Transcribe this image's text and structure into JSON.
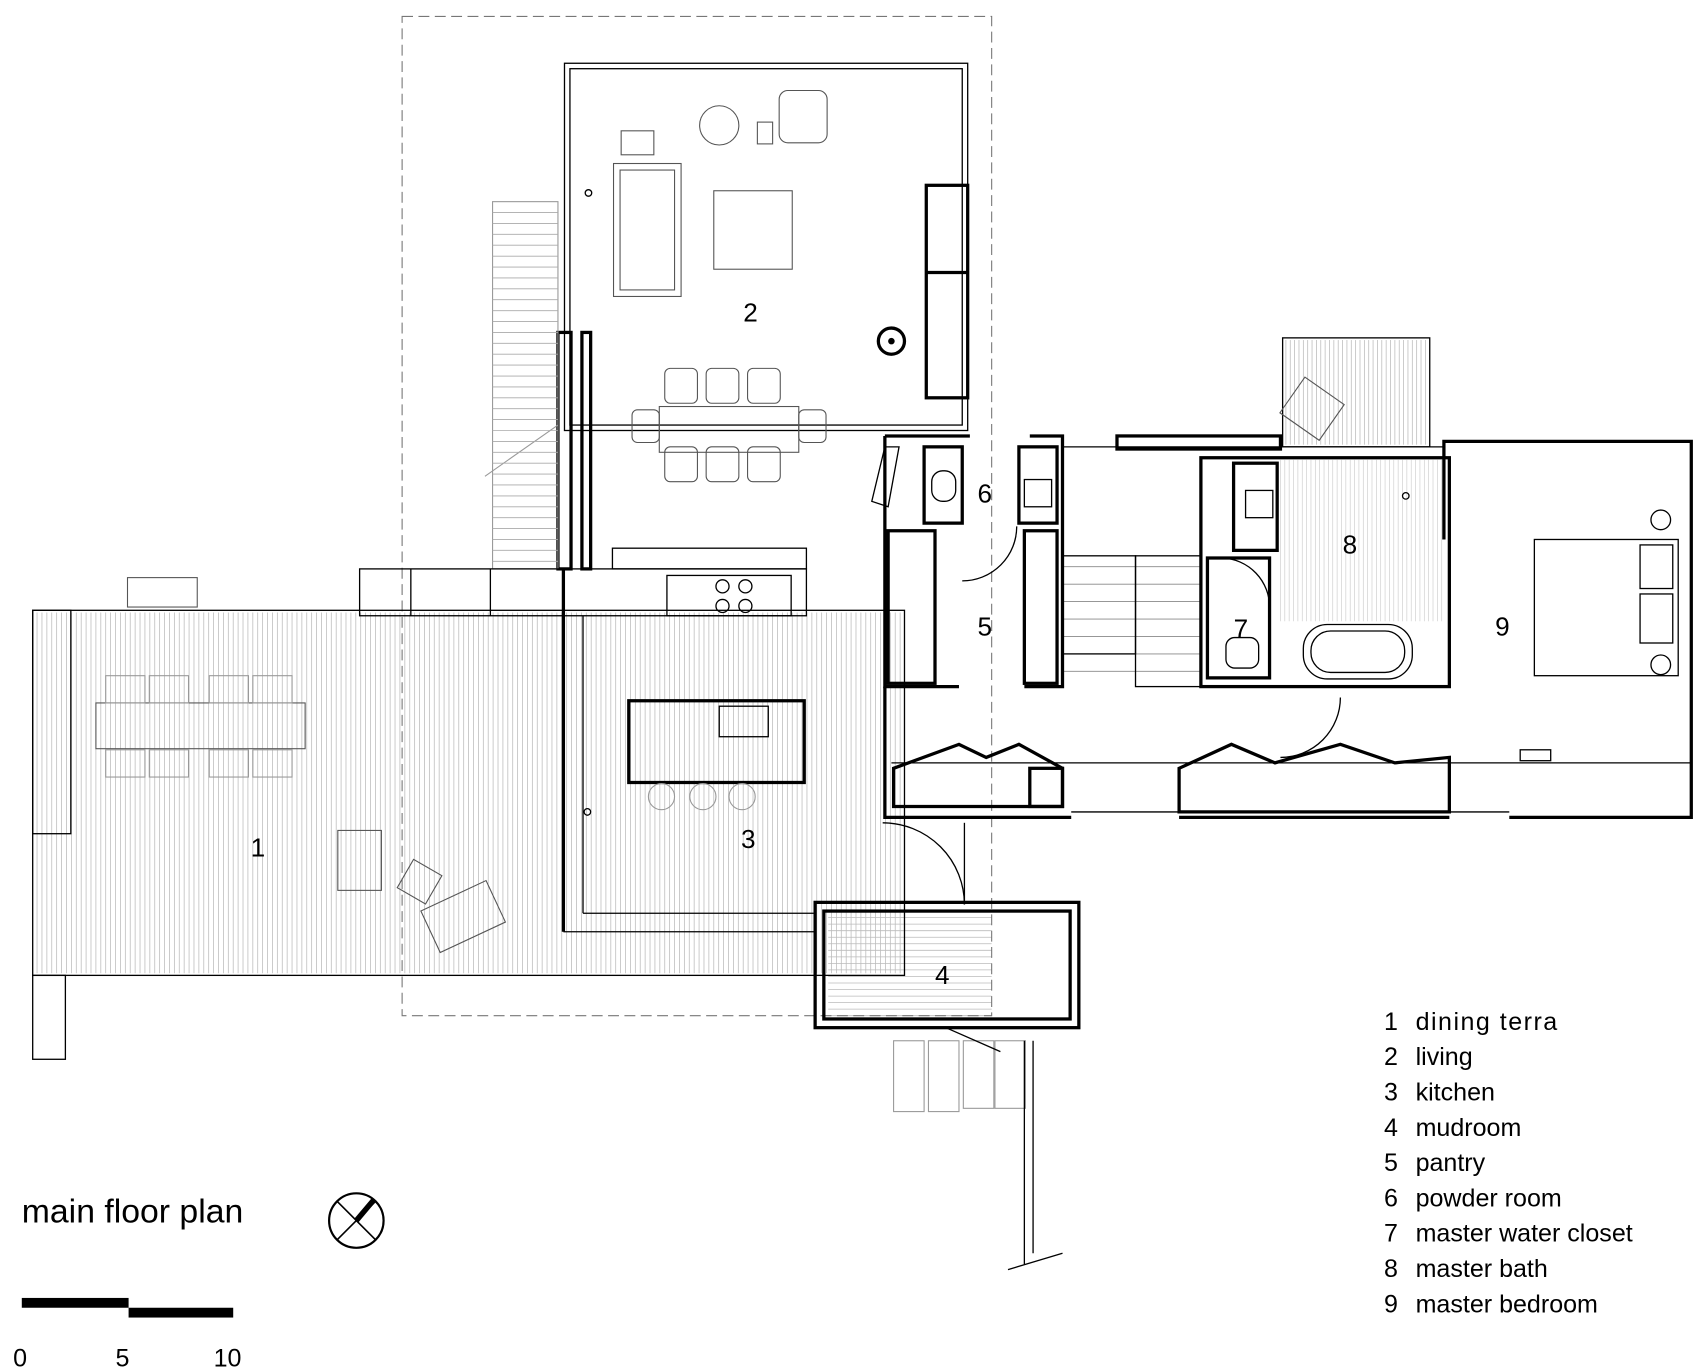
{
  "title": "main floor plan",
  "scale_bar": {
    "labels": [
      "0",
      "5",
      "10"
    ]
  },
  "north_arrow": "north-arrow-icon",
  "rooms": [
    {
      "number": "1",
      "name": "dining terra"
    },
    {
      "number": "2",
      "name": "living"
    },
    {
      "number": "3",
      "name": "kitchen"
    },
    {
      "number": "4",
      "name": "mudroom"
    },
    {
      "number": "5",
      "name": "pantry"
    },
    {
      "number": "6",
      "name": "powder room"
    },
    {
      "number": "7",
      "name": "master water closet"
    },
    {
      "number": "8",
      "name": "master bath"
    },
    {
      "number": "9",
      "name": "master bedroom"
    }
  ]
}
